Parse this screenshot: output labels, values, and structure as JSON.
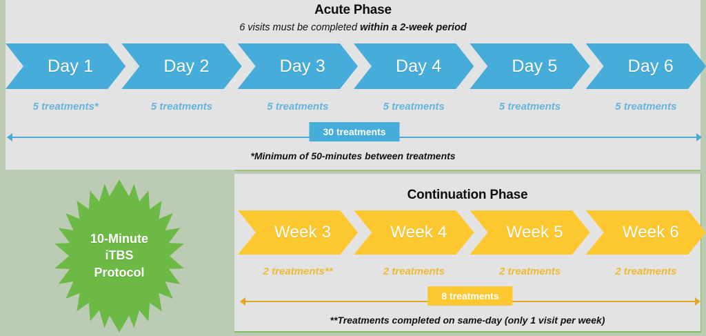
{
  "colors": {
    "page_background": "#bccbb4",
    "panel_background": "#e3e3e3",
    "acute_accent": "#46acd9",
    "continuation_accent": "#fdc82f",
    "badge_green": "#6cba45",
    "text_dark": "#0d0d0d"
  },
  "acute_phase": {
    "title": "Acute Phase",
    "subtitle_plain": "6 visits must be completed ",
    "subtitle_bold": "within a 2-week period",
    "steps": [
      {
        "label": "Day 1",
        "sub": "5 treatments*"
      },
      {
        "label": "Day 2",
        "sub": "5 treatments"
      },
      {
        "label": "Day 3",
        "sub": "5 treatments"
      },
      {
        "label": "Day 4",
        "sub": "5 treatments"
      },
      {
        "label": "Day 5",
        "sub": "5 treatments"
      },
      {
        "label": "Day 6",
        "sub": "5 treatments"
      }
    ],
    "total_badge": "30 treatments",
    "footnote": "*Minimum of 50-minutes between treatments"
  },
  "continuation_phase": {
    "title": "Continuation Phase",
    "steps": [
      {
        "label": "Week 3",
        "sub": "2 treatments**"
      },
      {
        "label": "Week 4",
        "sub": "2 treatments"
      },
      {
        "label": "Week 5",
        "sub": "2 treatments"
      },
      {
        "label": "Week 6",
        "sub": "2 treatments"
      }
    ],
    "total_badge": "8 treatments",
    "footnote": "**Treatments completed on same-day (only 1 visit per week)"
  },
  "protocol_badge": {
    "line1": "10-Minute",
    "line2": "iTBS",
    "line3": "Protocol"
  }
}
